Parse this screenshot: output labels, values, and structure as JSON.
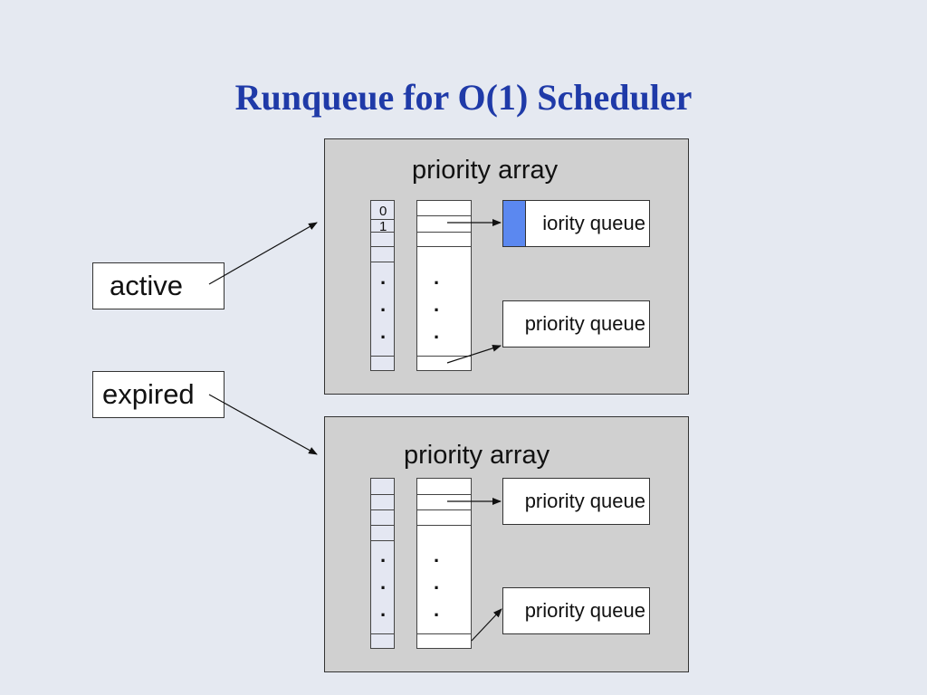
{
  "slide": {
    "title": "Runqueue for O(1) Scheduler"
  },
  "pointers": {
    "active_label": "active",
    "expired_label": "expired"
  },
  "arrays": [
    {
      "label": "priority array",
      "index_labels": [
        "0",
        "1"
      ],
      "ellipsis": [
        ".",
        ".",
        "."
      ],
      "queues": [
        {
          "label": "iority queue"
        },
        {
          "label": "priority queue"
        }
      ]
    },
    {
      "label": "priority array",
      "ellipsis": [
        ".",
        ".",
        "."
      ],
      "queues": [
        {
          "label": "priority queue"
        },
        {
          "label": "priority queue"
        }
      ]
    }
  ],
  "colors": {
    "title": "#1f3aa8",
    "background": "#e5e9f1",
    "array_fill": "#d0d0d0",
    "bitmap_fill": "#e4e7f2",
    "highlight": "#5b88f0"
  }
}
